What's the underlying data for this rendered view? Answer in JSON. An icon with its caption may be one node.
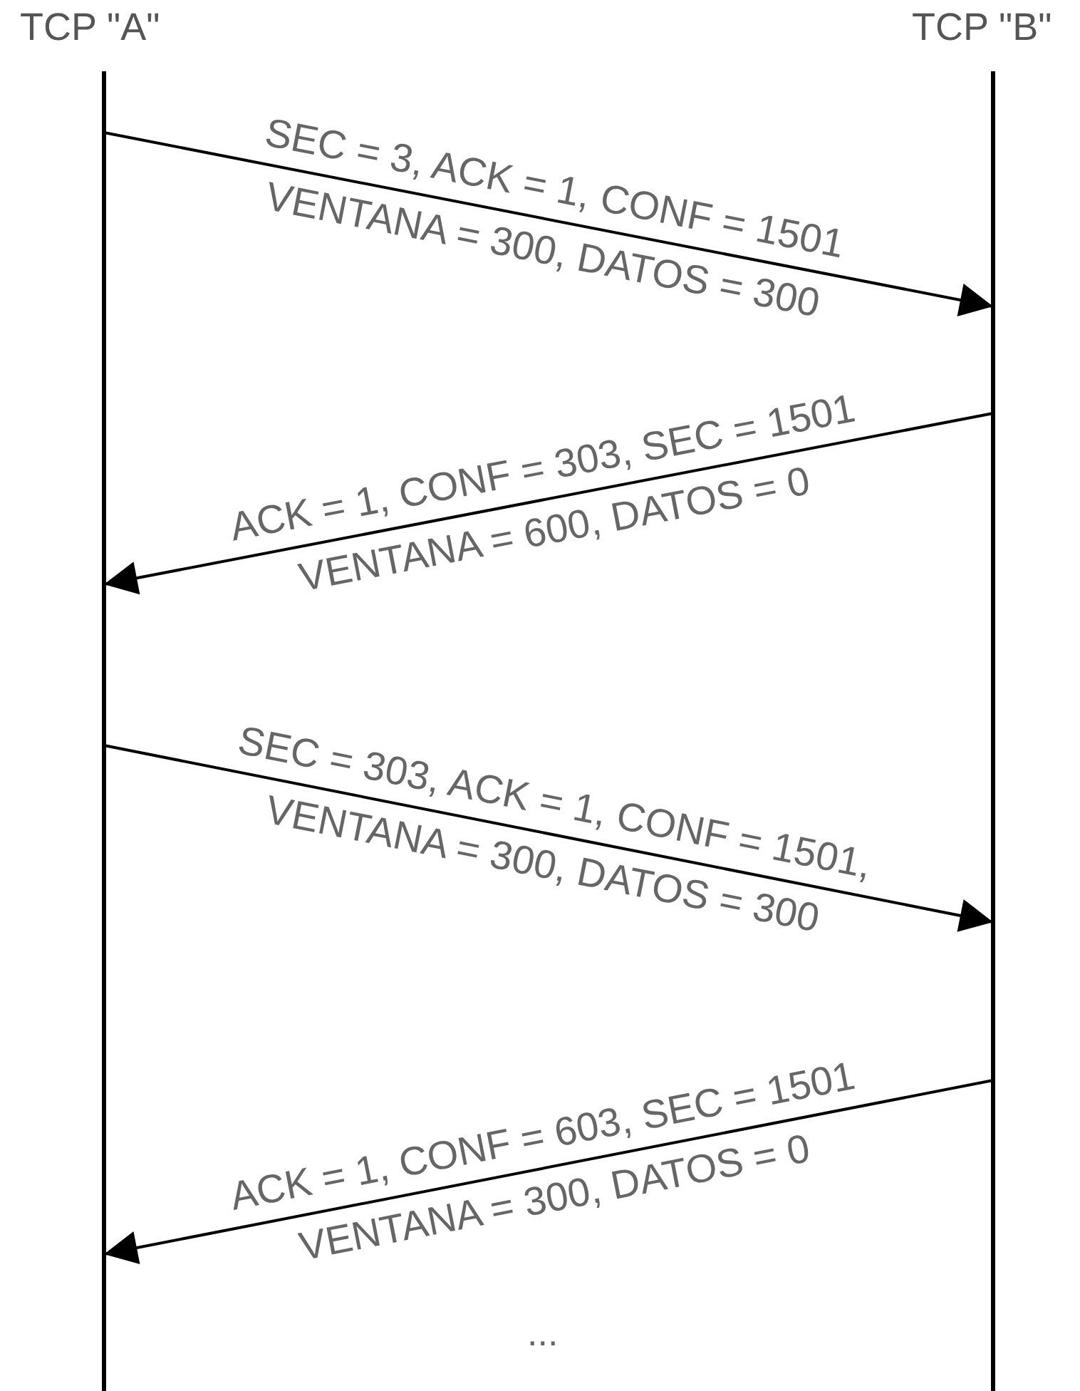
{
  "diagram": {
    "nodes": [
      {
        "text": [
          "TCP \"A\""
        ]
      },
      {
        "text": [
          "TCP \"B\""
        ]
      }
    ],
    "edges": [
      {
        "from": 0,
        "to": 1,
        "arrow": "to",
        "label": "SEC = 3, ACK = 1, CONF = 1501 VENTANA = 300, DATOS = 300"
      },
      {
        "from": 1,
        "to": 0,
        "arrow": "to",
        "label": "ACK = 1, CONF = 303, SEC = 1501 VENTANA = 600, DATOS = 0"
      },
      {
        "from": 0,
        "to": 1,
        "arrow": "to",
        "label": "SEC = 303, ACK = 1, CONF = 1501, VENTANA = 300, DATOS = 300"
      },
      {
        "from": 1,
        "to": 0,
        "arrow": "to",
        "label": "ACK = 1, CONF = 603, SEC = 1501 VENTANA = 300, DATOS = 0"
      }
    ],
    "labels": [
      "..."
    ]
  }
}
